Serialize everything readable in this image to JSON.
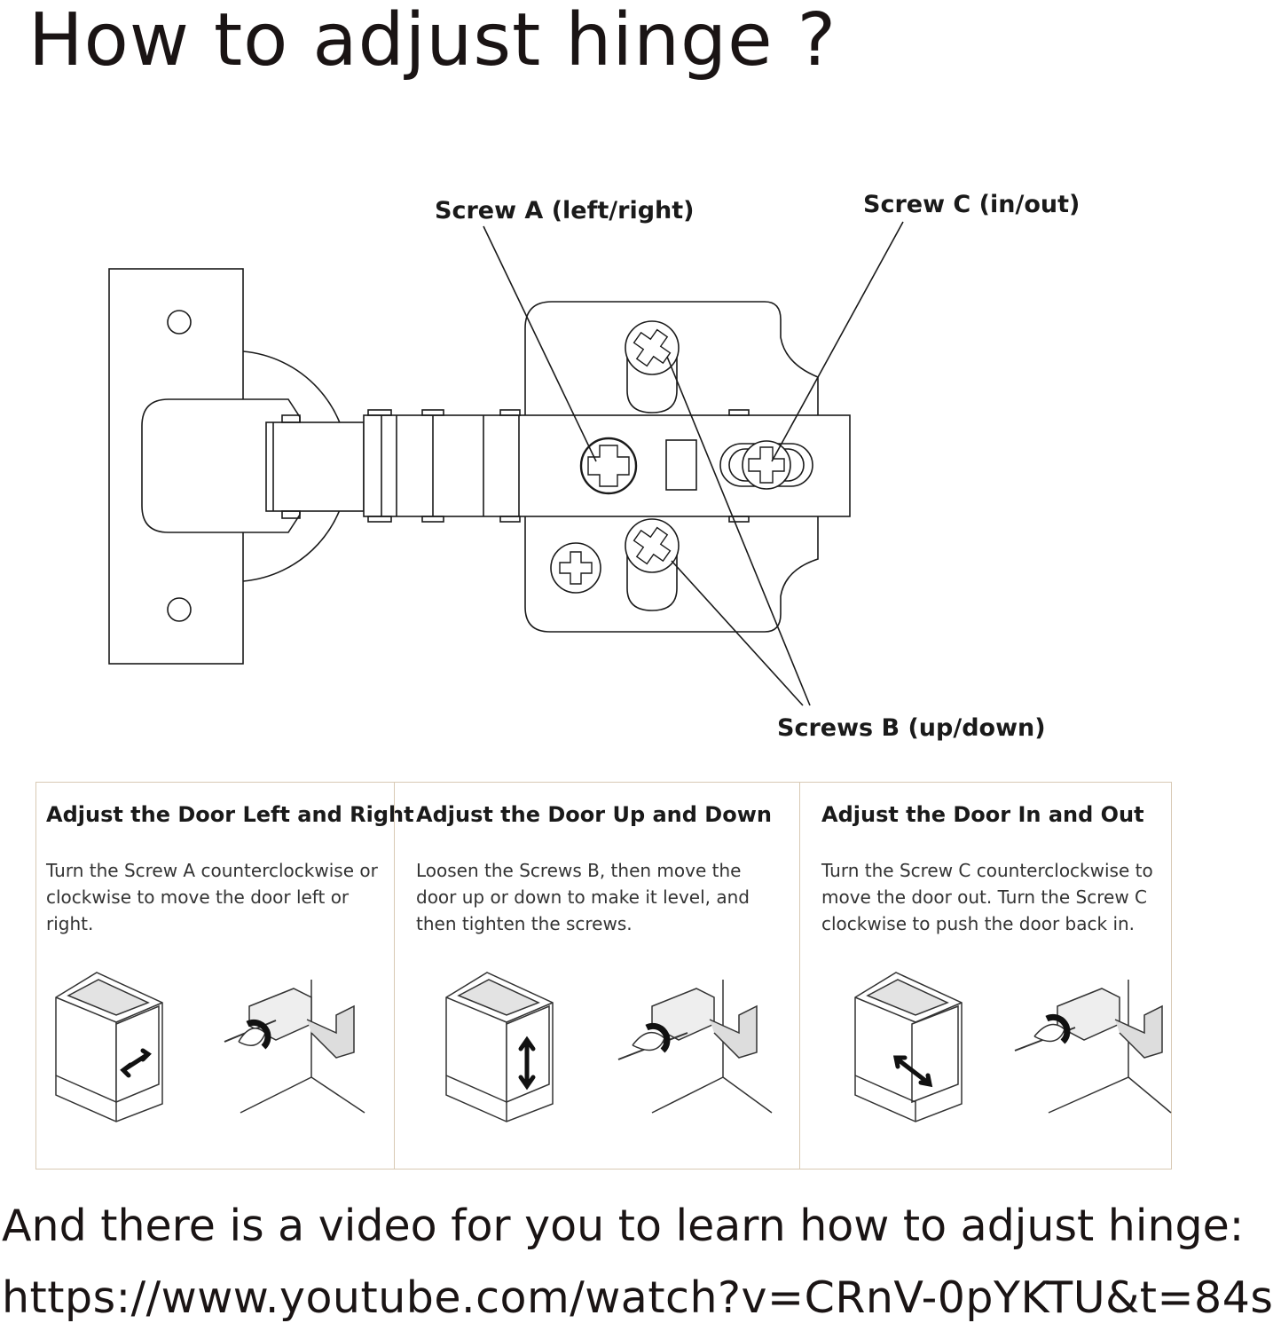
{
  "title": "How to adjust hinge ?",
  "callouts": {
    "screw_a": "Screw A (left/right)",
    "screw_c": "Screw C (in/out)",
    "screws_b": "Screws B (up/down)"
  },
  "panels": [
    {
      "heading": "Adjust the Door Left and Right",
      "body": "Turn the Screw A counterclockwise or clockwise to move the door left or right."
    },
    {
      "heading": "Adjust the Door Up and Down",
      "body": "Loosen the Screws B, then move the door up or down to make it level, and then tighten the screws."
    },
    {
      "heading": "Adjust the Door In and Out",
      "body": "Turn the Screw C counterclockwise to move the door out. Turn the Screw C clockwise to push the door back in."
    }
  ],
  "footer": {
    "text": "And there is a video for you to learn how to adjust hinge:",
    "url": "https://www.youtube.com/watch?v=CRnV-0pYKTU&t=84s"
  }
}
